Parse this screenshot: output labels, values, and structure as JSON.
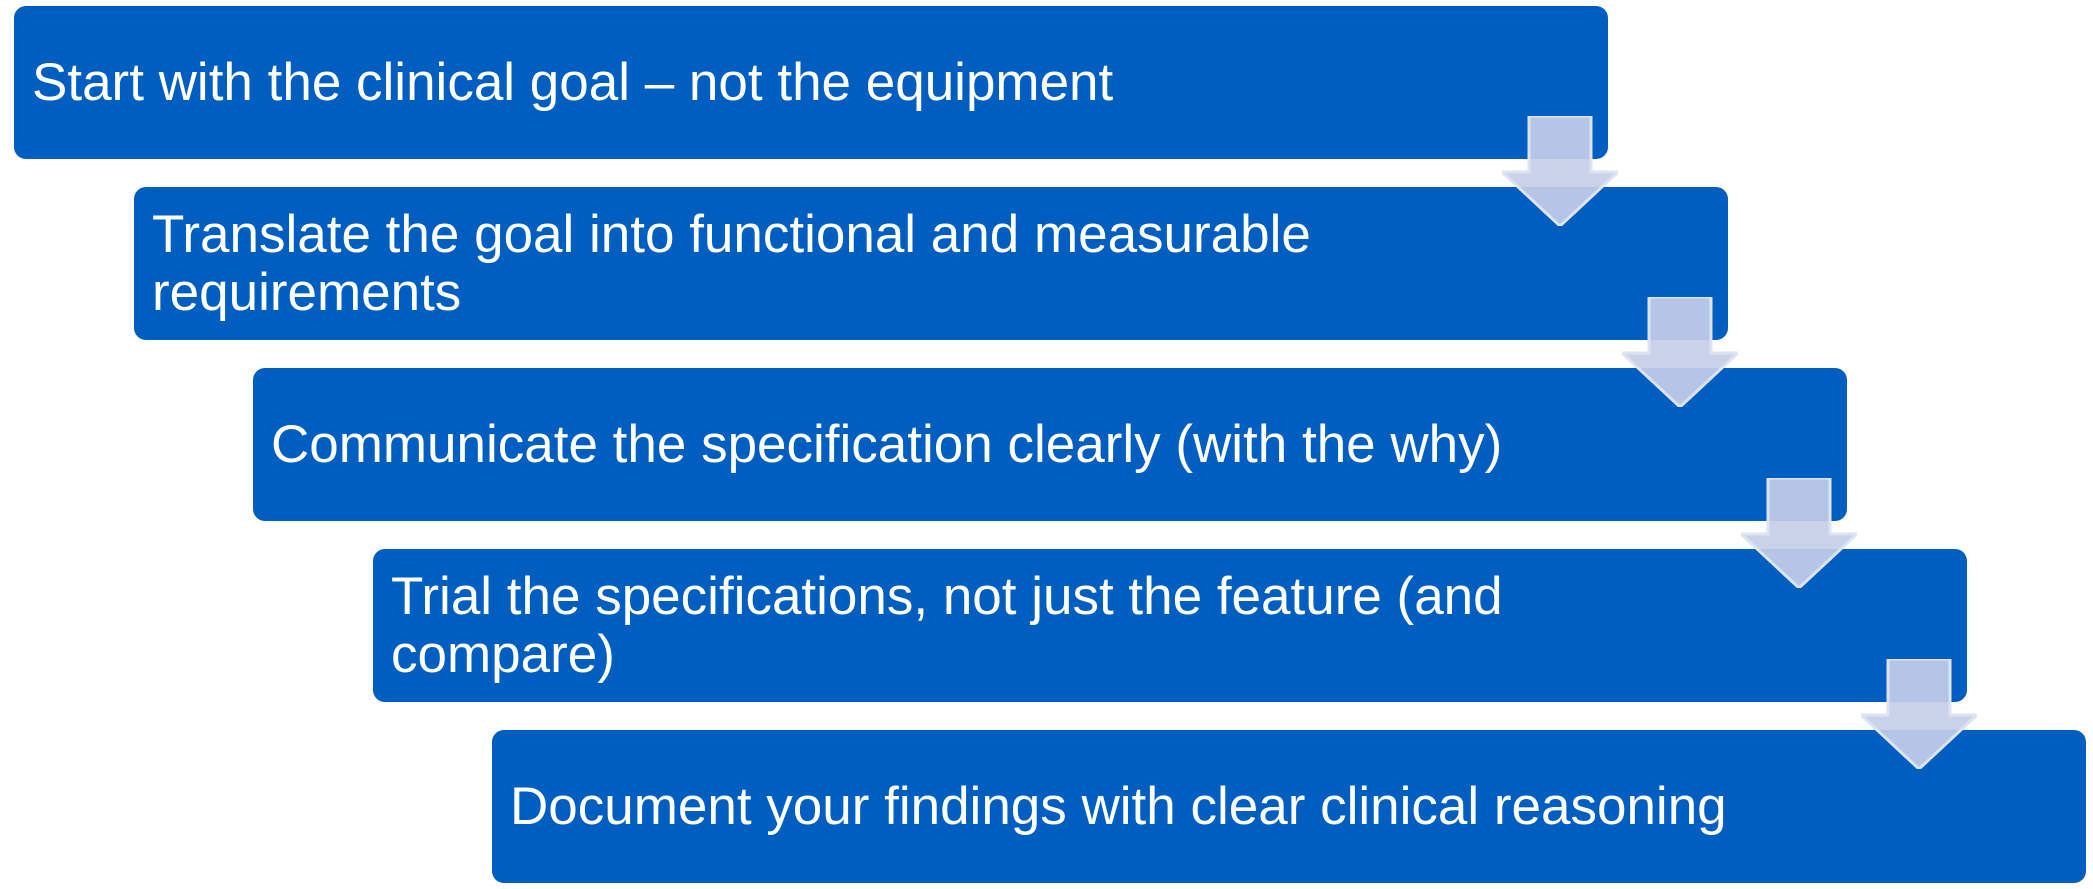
{
  "colors": {
    "step_fill": "#005EC0",
    "arrow_fill": "#C5CEE8",
    "arrow_stroke": "#DCE3F2",
    "text": "#FFFFFF"
  },
  "steps": [
    {
      "label": "Start with the clinical goal – not the equipment"
    },
    {
      "label": "Translate the goal into  functional and measurable requirements"
    },
    {
      "label": "Communicate the specification clearly (with the why)"
    },
    {
      "label": "Trial the specifications, not just the feature (and compare)"
    },
    {
      "label": "Document your findings with clear clinical reasoning"
    }
  ],
  "connectors": [
    {
      "icon": "arrow-down-icon"
    },
    {
      "icon": "arrow-down-icon"
    },
    {
      "icon": "arrow-down-icon"
    },
    {
      "icon": "arrow-down-icon"
    }
  ]
}
